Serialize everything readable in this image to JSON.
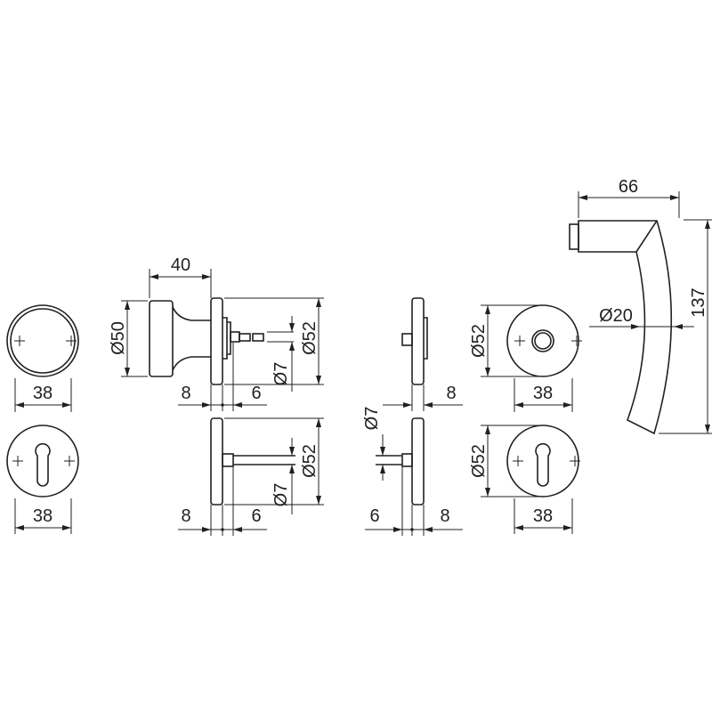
{
  "drawing": {
    "rosette_round_top": {
      "width": "38"
    },
    "rosette_keyhole_left": {
      "width": "38"
    },
    "knob_side": {
      "length": "40",
      "knob_diameter": "Ø50",
      "rosette_diameter": "Ø52",
      "spindle_diameter": "Ø7",
      "rosette_thickness": "8",
      "spindle_offset": "6"
    },
    "rosette_side_left": {
      "rosette_diameter": "Ø52",
      "spindle_diameter": "Ø7",
      "rosette_thickness": "8",
      "spindle_offset": "6"
    },
    "rosette_side_center_top": {
      "rosette_thickness": "8"
    },
    "rosette_side_center_bottom": {
      "spindle_diameter": "Ø7",
      "spindle_offset": "6",
      "rosette_thickness": "8"
    },
    "rosette_round_right": {
      "diameter": "Ø52",
      "width": "38"
    },
    "rosette_keyhole_right": {
      "diameter": "Ø52",
      "width": "38"
    },
    "lever": {
      "projection": "66",
      "length": "137",
      "grip_diameter": "Ø20"
    }
  }
}
